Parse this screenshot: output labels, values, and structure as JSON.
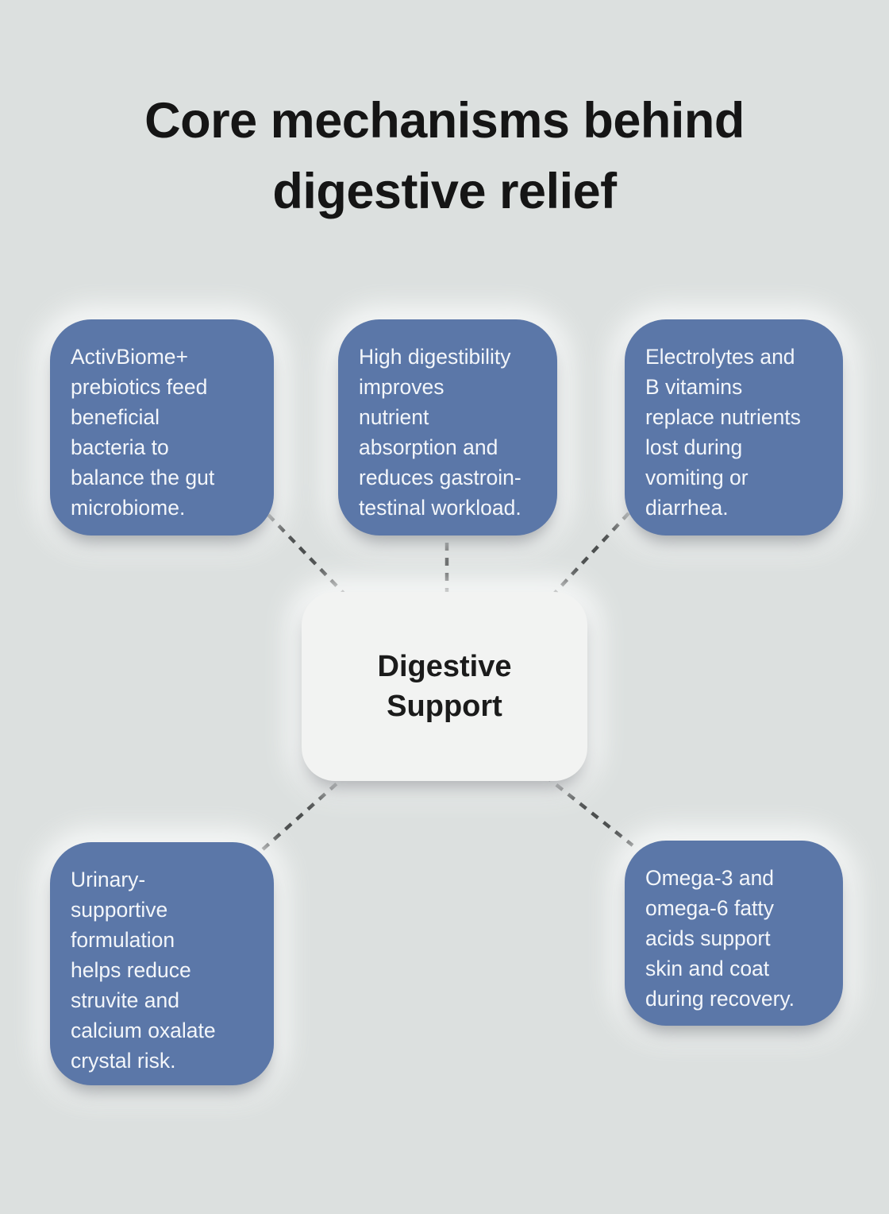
{
  "title": "Core mechanisms behind digestive relief",
  "center": {
    "label": "Digestive\nSupport"
  },
  "cards": [
    {
      "id": "activbiome-prebiotics",
      "text": "ActivBiome+\nprebiotics feed\nbeneficial\nbacteria to\nbalance the gut\nmicrobiome."
    },
    {
      "id": "high-digestibility",
      "text": "High digestibility\nimproves\nnutrient\nabsorption and\nreduces gastroin-\ntestinal workload."
    },
    {
      "id": "electrolytes-b-vitamins",
      "text": "Electrolytes and\nB vitamins\nreplace nutrients\nlost during\nvomiting or\ndiarrhea."
    },
    {
      "id": "urinary-supportive",
      "text": "Urinary-\nsupportive\nformulation\nhelps reduce\nstruvite and\ncalcium oxalate\ncrystal risk."
    },
    {
      "id": "omega-fatty-acids",
      "text": "Omega-3 and\nomega-6 fatty\nacids support\nskin and coat\nduring recovery."
    }
  ],
  "colors": {
    "background": "#dce0df",
    "card_blue": "#5b77a8",
    "card_text": "#f3f6fa",
    "center_bg": "#f2f3f2",
    "center_text": "#1b1b1b",
    "connector": "#4c4f4f",
    "title_text": "#151515"
  }
}
